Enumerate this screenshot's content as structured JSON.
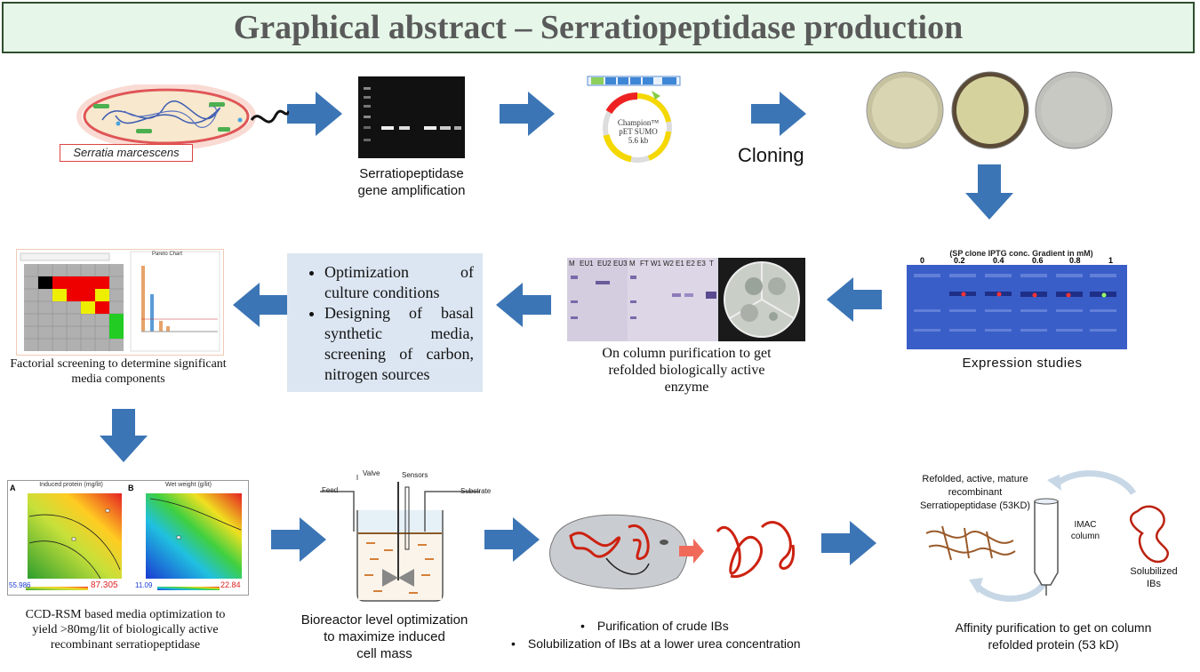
{
  "title": "Graphical abstract – Serratiopeptidase production",
  "colors": {
    "arrow": "#3b75b5",
    "title_bg": "#e6f7e9",
    "red_arrow": "#f06a5a",
    "bullet_box": "#dce6f2"
  },
  "organism": {
    "label": "Serratia marcescens"
  },
  "gel": {
    "caption_line1": "Serratiopeptidase",
    "caption_line2": "gene amplification"
  },
  "plasmid": {
    "name_line1": "Champion™",
    "name_line2": "pET SUMO",
    "size": "5.6 kb"
  },
  "cloning": {
    "label": "Cloning"
  },
  "expression": {
    "header": "(SP clone IPTG conc. Gradient in mM)",
    "lane_labels": [
      "0",
      "0.2",
      "0.4",
      "0.6",
      "0.8",
      "1"
    ],
    "caption": "Expression studies"
  },
  "purification": {
    "lanes_left": [
      "M",
      "EU1",
      "EU2",
      "EU3"
    ],
    "lanes_right": [
      "M",
      "FT",
      "W1",
      "W2",
      "E1",
      "E2",
      "E3",
      "T"
    ],
    "caption_line1": "On column purification to get",
    "caption_line2": "refolded biologically active",
    "caption_line3": "enzyme"
  },
  "optimization_box": {
    "items": [
      "Optimization of culture conditions",
      "Designing of basal synthetic media, screening of carbon, nitrogen sources"
    ]
  },
  "factorial": {
    "chart_title": "Pareto Chart",
    "caption_line1": "Factorial screening to determine significant",
    "caption_line2": "media components"
  },
  "rsm": {
    "panel_a_label": "A",
    "panel_b_label": "B",
    "panel_a_title": "Induced protein (mg/lit)",
    "panel_b_title": "Wet weight (g/lit)",
    "panel_a_range_low": "55.986",
    "panel_a_range_high": "87.305",
    "panel_b_range_low": "11.09",
    "panel_b_range_high": "22.84",
    "caption_line1": "CCD-RSM based media optimization to",
    "caption_line2": "yield >80mg/lit of biologically active",
    "caption_line3": "recombinant serratiopeptidase"
  },
  "bioreactor": {
    "label_valve": "Valve",
    "label_sensors": "Sensors",
    "label_feed": "Feed",
    "label_substrate": "Substrate",
    "caption_line1": "Bioreactor level optimization",
    "caption_line2": "to maximize induced",
    "caption_line3": "cell mass"
  },
  "ibs": {
    "bullets": [
      "Purification of crude IBs",
      "Solubilization of IBs at a lower urea concentration"
    ]
  },
  "affinity": {
    "label_refolded_line1": "Refolded, active, mature",
    "label_refolded_line2": "recombinant",
    "label_refolded_line3": "Serratiopeptidase (53KD)",
    "label_column_line1": "IMAC",
    "label_column_line2": "column",
    "label_solubilized_line1": "Solubilized",
    "label_solubilized_line2": "IBs",
    "caption_line1": "Affinity purification to get on column",
    "caption_line2": "refolded protein (53 kD)"
  }
}
